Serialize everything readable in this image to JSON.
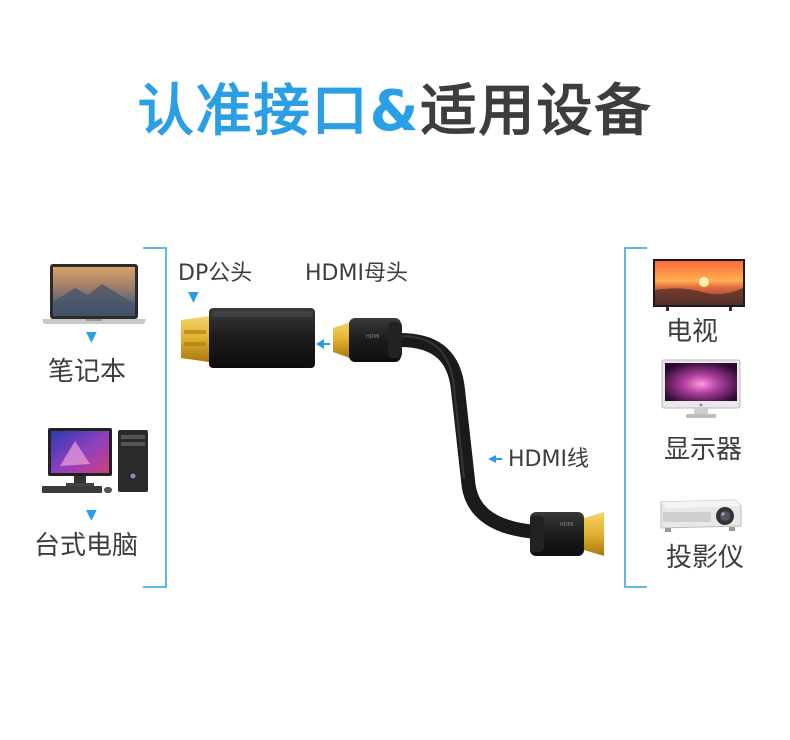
{
  "title": {
    "part1": "认准接口&",
    "part2": "适用设备"
  },
  "left_devices": [
    {
      "label": "笔记本",
      "icon": "laptop-icon"
    },
    {
      "label": "台式电脑",
      "icon": "desktop-computer-icon"
    }
  ],
  "right_devices": [
    {
      "label": "电视",
      "icon": "tv-icon"
    },
    {
      "label": "显示器",
      "icon": "monitor-icon"
    },
    {
      "label": "投影仪",
      "icon": "projector-icon"
    }
  ],
  "adapter": {
    "dp_label": "DP公头",
    "hdmi_female_label": "HDMI母头",
    "cable_label": "HDMI线"
  },
  "colors": {
    "accent": "#2a9fe6",
    "text": "#3d3d3d",
    "gold": "#e0b030",
    "cable": "#1e1e1e"
  }
}
